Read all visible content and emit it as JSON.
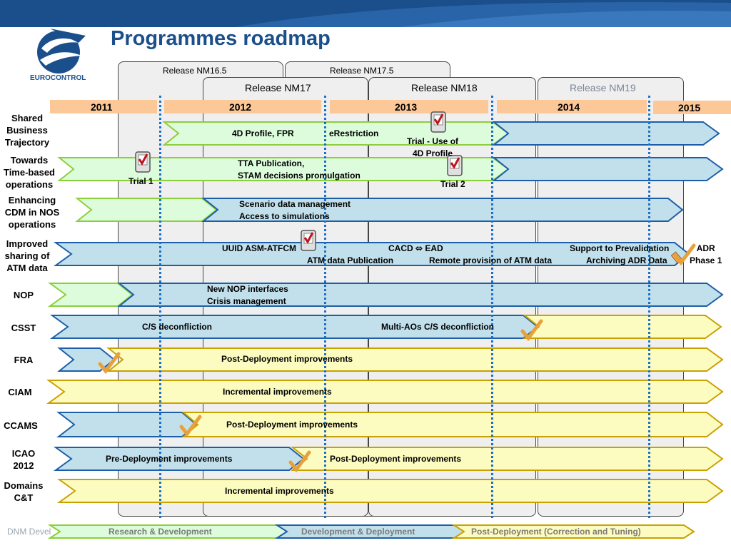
{
  "header": {
    "title": "Programmes roadmap",
    "brand": "EUROCONTROL"
  },
  "releases": {
    "nm165": "Release NM16.5",
    "nm175": "Release NM17.5",
    "nm17": "Release NM17",
    "nm18": "Release NM18",
    "nm19": "Release NM19"
  },
  "years": [
    "2011",
    "2012",
    "2013",
    "2014",
    "2015"
  ],
  "rows": {
    "sbt": "Shared\nBusiness\nTrajectory",
    "tbo": "Towards\nTime-based\noperations",
    "cdm": "Enhancing\nCDM in NOS\noperations",
    "atm": "Improved\nsharing of\nATM data",
    "nop": "NOP",
    "csst": "CSST",
    "fra": "FRA",
    "ciam": "CIAM",
    "ccams": "CCAMS",
    "icao": "ICAO\n2012",
    "domains": "Domains\nC&T"
  },
  "items": {
    "sbt_a": "4D Profile, FPR",
    "sbt_b": "eRestriction",
    "sbt_trial": "Trial - Use of\n4D  Profile",
    "tbo_a": "TTA Publication,\nSTAM decisions promulgation",
    "tbo_trial1": "Trial 1",
    "tbo_trial2": "Trial 2",
    "cdm_a": "Scenario data management\nAccess to simulations",
    "atm_a": "UUID   ASM-ATFCM",
    "atm_b": "CACD ⬄ EAD",
    "atm_c": "Support to Prevalidation",
    "atm_d": "ATM data  Publication",
    "atm_e": "Remote provision of ATM data",
    "atm_f": "Archiving ADR Data",
    "atm_adr": "ADR\nPhase 1",
    "nop_a": "New NOP interfaces\nCrisis management",
    "csst_a": "C/S deconfliction",
    "csst_b": "Multi-AOs C/S deconfliction",
    "fra_a": "Post-Deployment improvements",
    "ciam_a": "Incremental improvements",
    "ccams_a": "Post-Deployment improvements",
    "icao_a": "Pre-Deployment improvements",
    "icao_b": "Post-Deployment improvements",
    "domains_a": "Incremental improvements"
  },
  "legend": {
    "footer": "DNM Devel",
    "rd": "Research & Development",
    "dd": "Development & Deployment",
    "pd": "Post-Deployment (Correction and Tuning)"
  },
  "colors": {
    "header_blue": "#1b4f8c",
    "year_bar": "#fcc898",
    "rd_fill": "#dcfcdc",
    "rd_stroke": "#8ccf3c",
    "dd_fill": "#c2e0ec",
    "dd_stroke": "#1c5fa8",
    "pd_fill": "#fdfcc0",
    "pd_stroke": "#c9a100",
    "milestone": "#e8a13a"
  }
}
